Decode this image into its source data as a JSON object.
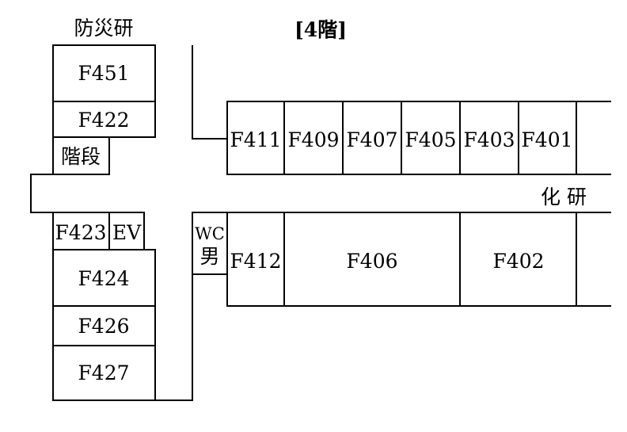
{
  "title": "[4階]",
  "bosai_label": "防災研",
  "kaken_label": "化 研",
  "rooms": {
    "f451": "F451",
    "f422": "F422",
    "stairs": "階段",
    "f423": "F423",
    "ev": "EV",
    "f424": "F424",
    "f426": "F426",
    "f427": "F427",
    "wc_top": "WC",
    "wc_bottom": "男",
    "f411": "F411",
    "f409": "F409",
    "f407": "F407",
    "f405": "F405",
    "f403": "F403",
    "f401": "F401",
    "f412": "F412",
    "f406": "F406",
    "f402": "F402"
  }
}
